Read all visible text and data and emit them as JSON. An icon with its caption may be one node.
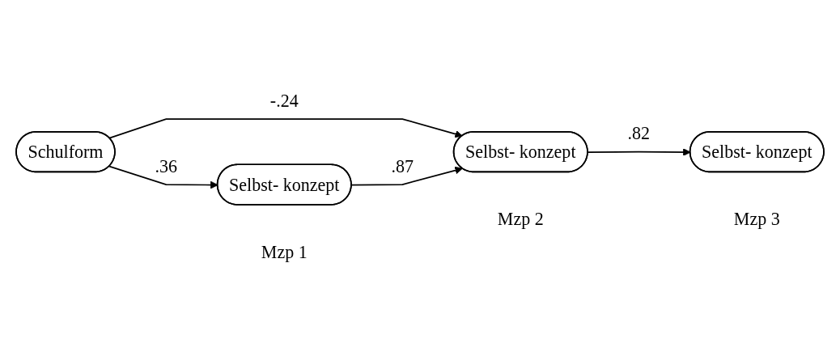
{
  "diagram": {
    "nodes": [
      {
        "text": [
          "Schulform"
        ]
      },
      {
        "text": [
          "Selbst- konzept"
        ],
        "beside": [
          "Mzp 1"
        ]
      },
      {
        "text": [
          "Selbst- konzept"
        ],
        "beside": [
          "Mzp 2"
        ]
      },
      {
        "text": [
          "Selbst- konzept"
        ],
        "beside": [
          "Mzp 3"
        ]
      }
    ],
    "edges": [
      {
        "from": 0,
        "to": 1,
        "label": ".36",
        "arrow": "to"
      },
      {
        "from": 0,
        "to": 2,
        "label": "-.24",
        "arrow": "to"
      },
      {
        "from": 1,
        "to": 2,
        "label": ".87",
        "arrow": "to"
      },
      {
        "from": 2,
        "to": 3,
        "label": ".82",
        "arrow": "to"
      }
    ]
  }
}
